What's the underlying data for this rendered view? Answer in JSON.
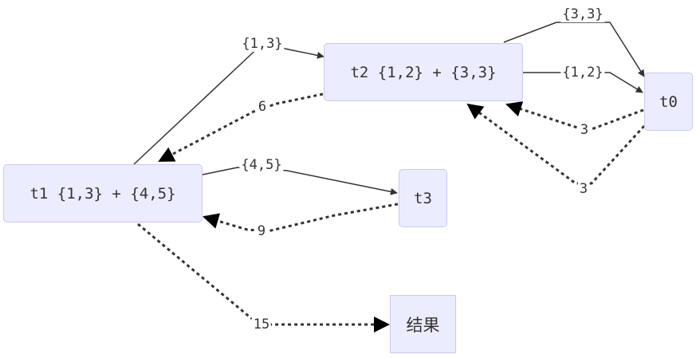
{
  "nodes": {
    "t0": "t0",
    "t1": "t1 {1,3} + {4,5}",
    "t2": "t2 {1,2} + {3,3}",
    "t3": "t3",
    "result": "结果"
  },
  "edges": {
    "t1_t2": "{1,3}",
    "t2_t1": "6",
    "t1_t3": "{4,5}",
    "t3_t1": "9",
    "t2_t0_a": "{3,3}",
    "t2_t0_b": "{1,2}",
    "t0_t2_a": "3",
    "t0_t2_b": "3",
    "t1_result": "15"
  },
  "colors": {
    "node_fill": "#ececff",
    "node_border": "#c9c9f3",
    "edge": "#333333"
  }
}
